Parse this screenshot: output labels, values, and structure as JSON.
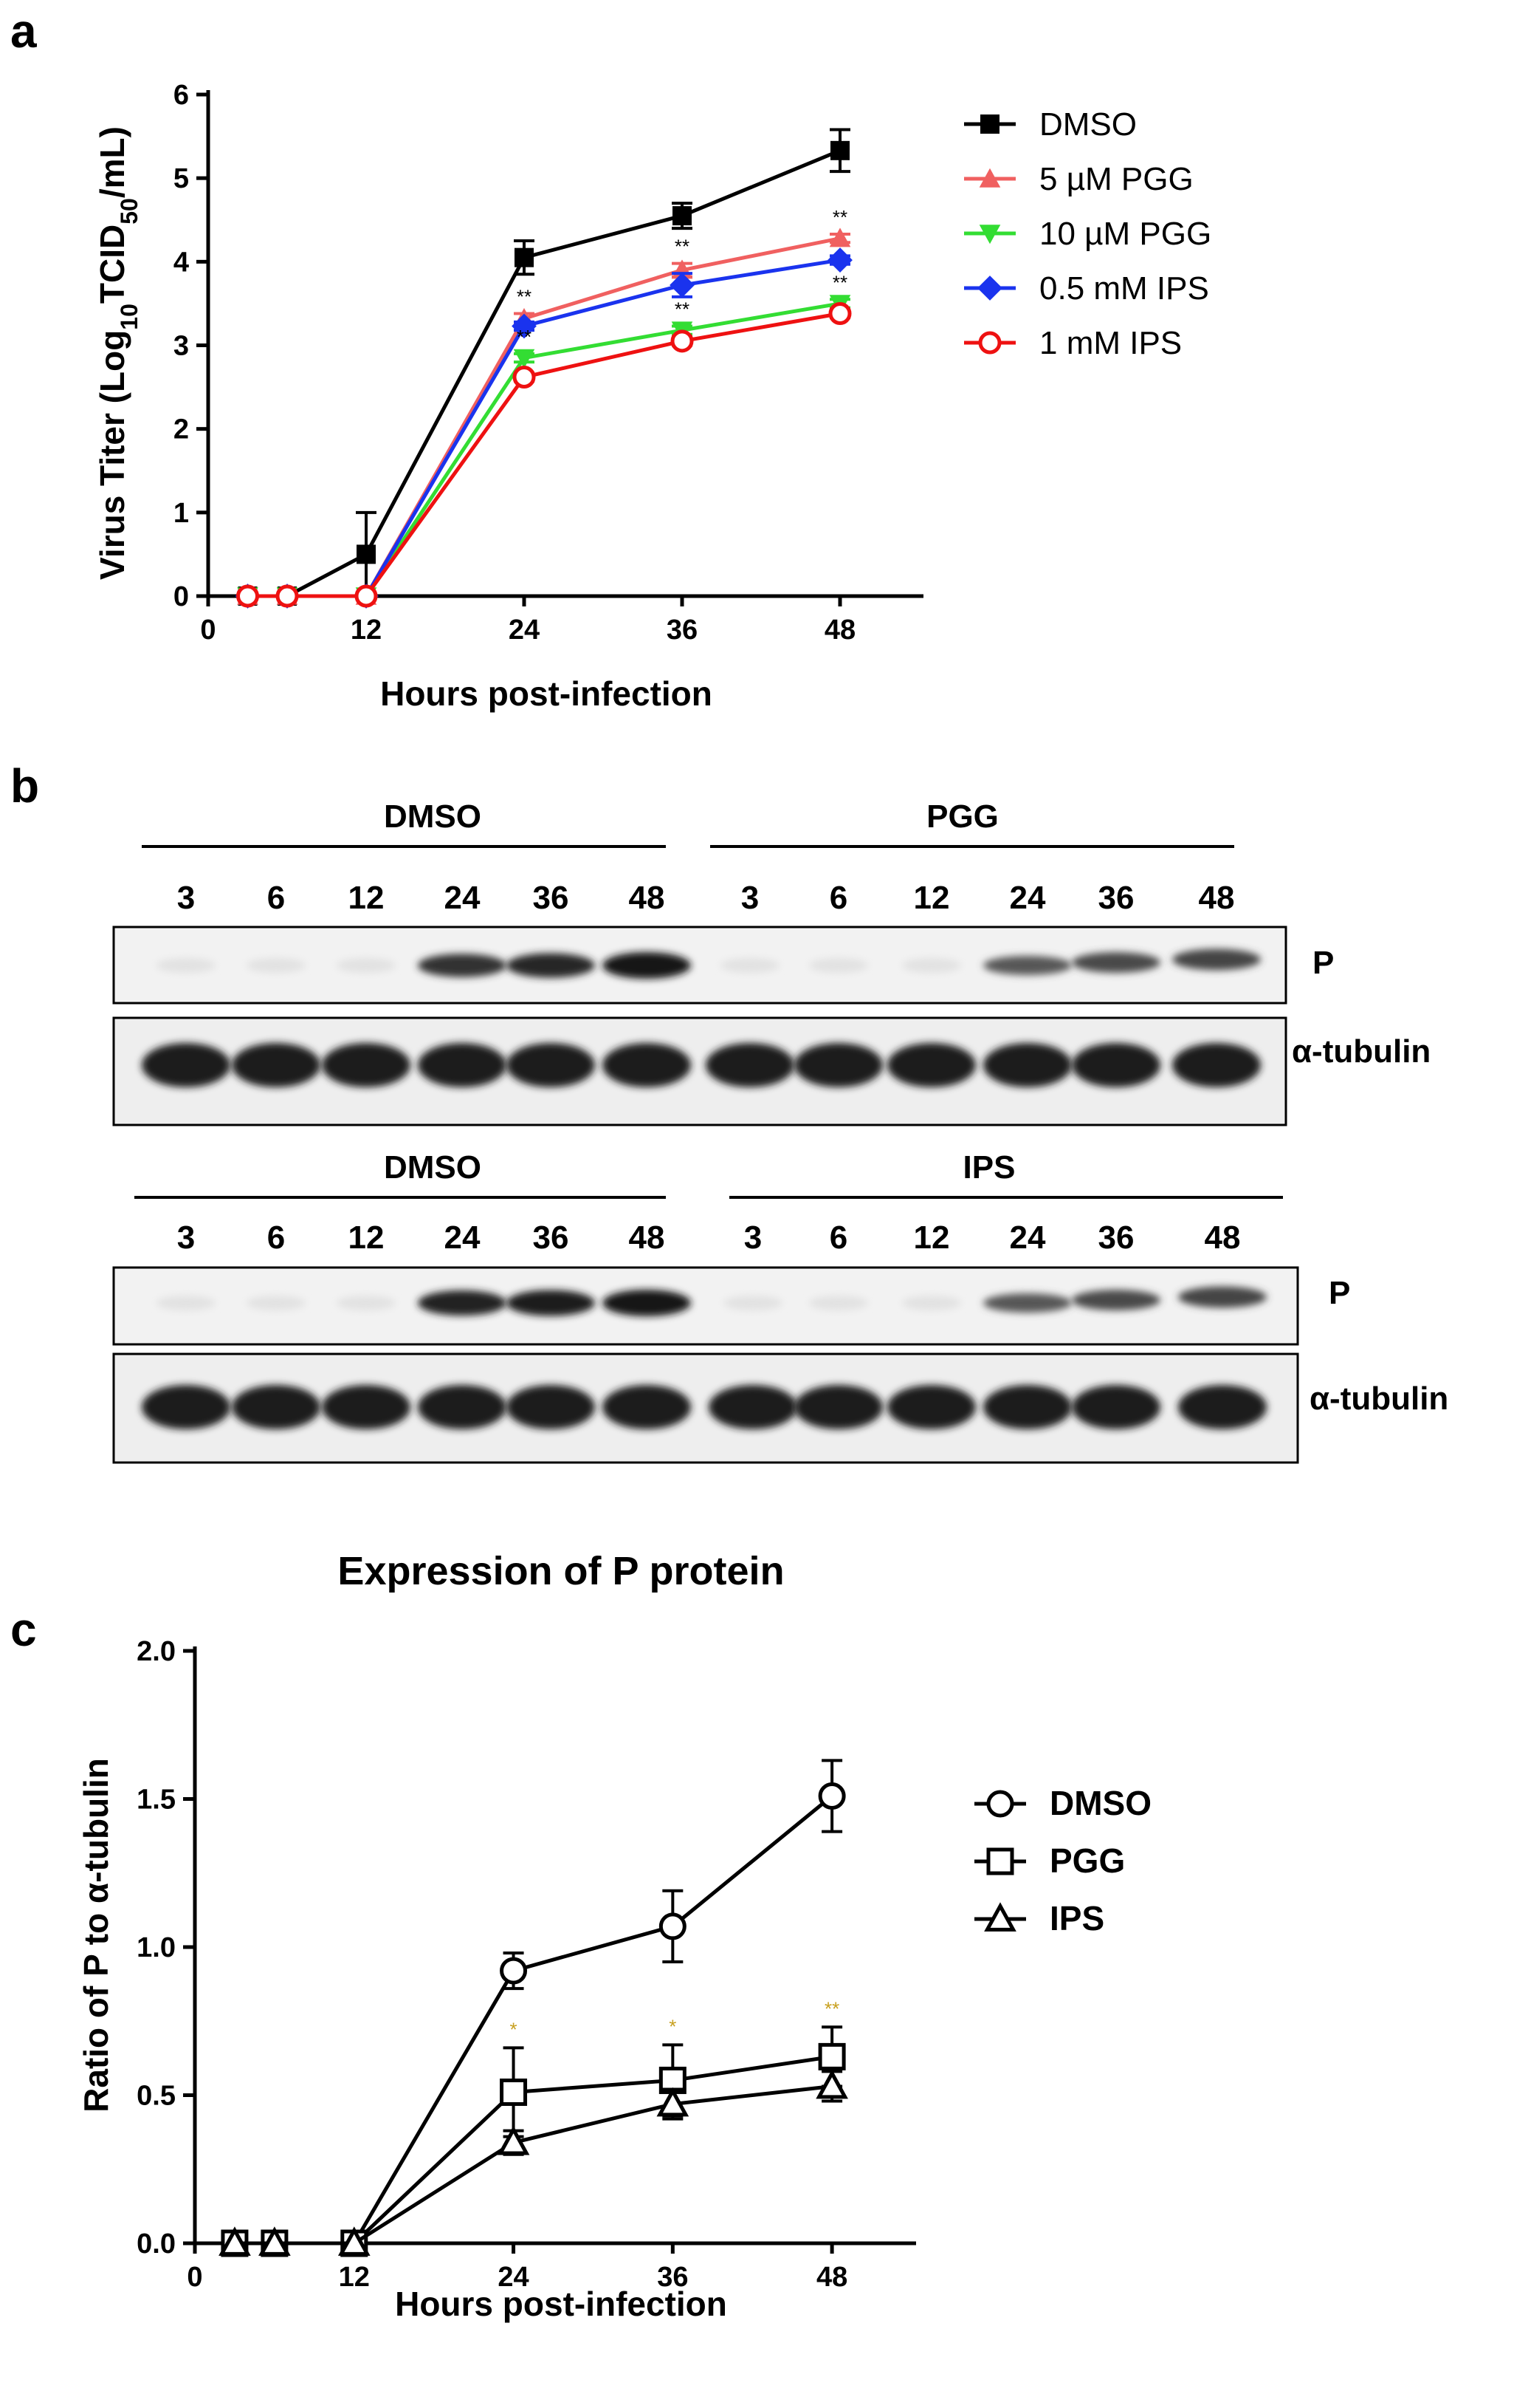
{
  "colors": {
    "DMSO_a": "#000000",
    "5uM_PGG": "#f06060",
    "10uM_PGG": "#33dd33",
    "05mM_IPS": "#1a33ee",
    "1mM_IPS": "#ee1111",
    "sig_star_c": "#c8a020"
  },
  "panels": {
    "a": "a",
    "b": "b",
    "c": "c"
  },
  "chart_data": [
    {
      "panel": "a",
      "type": "line",
      "title": "",
      "xlabel": "Hours post-infection",
      "ylabel_main": "Virus Titer (Log",
      "ylabel_sub": "10",
      "ylabel_rest": "TCID",
      "ylabel_sub2": "50",
      "ylabel_end": "/mL)",
      "xlim": [
        0,
        54
      ],
      "ylim": [
        0,
        6
      ],
      "xticks": [
        0,
        12,
        24,
        36,
        48
      ],
      "yticks": [
        0,
        1,
        2,
        3,
        4,
        5,
        6
      ],
      "legend_position": "right",
      "series": [
        {
          "name": "DMSO",
          "marker": "square-filled",
          "color": "#000000",
          "x": [
            3,
            6,
            12,
            24,
            36,
            48
          ],
          "y": [
            0,
            0,
            0.5,
            4.05,
            4.55,
            5.33
          ],
          "err": [
            0,
            0,
            0.5,
            0.2,
            0.15,
            0.25
          ]
        },
        {
          "name": "5 µM PGG",
          "marker": "triangle-up-filled",
          "color": "#f06060",
          "x": [
            3,
            6,
            12,
            24,
            36,
            48
          ],
          "y": [
            0,
            0,
            0,
            3.32,
            3.9,
            4.28
          ],
          "err": [
            0,
            0,
            0,
            0.06,
            0.08,
            0.05
          ],
          "sig": [
            "",
            "",
            "",
            "**",
            "**",
            "**"
          ]
        },
        {
          "name": "10 µM PGG",
          "marker": "triangle-down-filled",
          "color": "#33dd33",
          "x": [
            3,
            6,
            12,
            24,
            36,
            48
          ],
          "y": [
            0,
            0,
            0,
            2.85,
            3.18,
            3.5
          ],
          "err": [
            0,
            0,
            0,
            0.05,
            0.05,
            0.05
          ],
          "sig": [
            "",
            "",
            "",
            "**",
            "**",
            "**"
          ]
        },
        {
          "name": "0.5 mM IPS",
          "marker": "diamond-filled",
          "color": "#1a33ee",
          "x": [
            3,
            6,
            12,
            24,
            36,
            48
          ],
          "y": [
            0,
            0,
            0,
            3.23,
            3.72,
            4.02
          ],
          "err": [
            0,
            0,
            0,
            0.05,
            0.14,
            0.05
          ]
        },
        {
          "name": "1 mM IPS",
          "marker": "circle-open",
          "color": "#ee1111",
          "x": [
            3,
            6,
            12,
            24,
            36,
            48
          ],
          "y": [
            0,
            0,
            0,
            2.62,
            3.05,
            3.38
          ],
          "err": [
            0,
            0,
            0,
            0.05,
            0.05,
            0.05
          ]
        }
      ]
    },
    {
      "panel": "c",
      "type": "line",
      "title": "Expression of P protein",
      "xlabel": "Hours post-infection",
      "ylabel": "Ratio of P to α-tubulin",
      "xlim": [
        0,
        54
      ],
      "ylim": [
        0,
        2.0
      ],
      "xticks": [
        0,
        12,
        24,
        36,
        48
      ],
      "yticks": [
        "0.0",
        "0.5",
        "1.0",
        "1.5",
        "2.0"
      ],
      "legend_position": "right",
      "series": [
        {
          "name": "DMSO",
          "marker": "circle-open",
          "color": "#000000",
          "x": [
            3,
            6,
            12,
            24,
            36,
            48
          ],
          "y": [
            0,
            0,
            0,
            0.92,
            1.07,
            1.51
          ],
          "err": [
            0,
            0,
            0,
            0.06,
            0.12,
            0.12
          ]
        },
        {
          "name": "PGG",
          "marker": "square-open",
          "color": "#000000",
          "x": [
            3,
            6,
            12,
            24,
            36,
            48
          ],
          "y": [
            0,
            0,
            0,
            0.51,
            0.55,
            0.63
          ],
          "err": [
            0,
            0,
            0,
            0.15,
            0.12,
            0.1
          ],
          "sig": [
            "",
            "",
            "",
            "*",
            "*",
            "**"
          ]
        },
        {
          "name": "IPS",
          "marker": "triangle-open",
          "color": "#000000",
          "x": [
            3,
            6,
            12,
            24,
            36,
            48
          ],
          "y": [
            0,
            0,
            0,
            0.34,
            0.47,
            0.53
          ],
          "err": [
            0,
            0,
            0,
            0.04,
            0.05,
            0.05
          ]
        }
      ]
    }
  ],
  "blots": [
    {
      "left_group": "DMSO",
      "right_group": "PGG",
      "lanes_left": [
        "3",
        "6",
        "12",
        "24",
        "36",
        "48"
      ],
      "lanes_right": [
        "3",
        "6",
        "12",
        "24",
        "36",
        "48"
      ],
      "bands": [
        "P",
        "α-tubulin"
      ],
      "p_intensity": [
        0,
        0,
        0,
        0.75,
        0.85,
        1.0,
        0,
        0,
        0,
        0.45,
        0.55,
        0.6
      ]
    },
    {
      "left_group": "DMSO",
      "right_group": "IPS",
      "lanes_left": [
        "3",
        "6",
        "12",
        "24",
        "36",
        "48"
      ],
      "lanes_right": [
        "3",
        "6",
        "12",
        "24",
        "36",
        "48"
      ],
      "bands": [
        "P",
        "α-tubulin"
      ],
      "p_intensity": [
        0,
        0,
        0,
        0.9,
        0.95,
        1.0,
        0,
        0,
        0,
        0.45,
        0.55,
        0.6
      ]
    }
  ]
}
